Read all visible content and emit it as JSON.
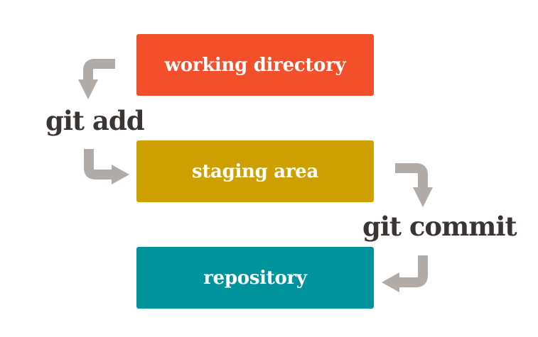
{
  "boxes": {
    "working": {
      "label": "working directory",
      "color": "#f24f2a"
    },
    "staging": {
      "label": "staging area",
      "color": "#cda000"
    },
    "repository": {
      "label": "repository",
      "color": "#00939b"
    }
  },
  "commands": {
    "add": "git add",
    "commit": "git commit"
  },
  "colors": {
    "arrow": "#b0aba6",
    "text_dark": "#3a3532"
  },
  "icons": {
    "arrow_working_to_add": "curved-arrow-down-icon",
    "arrow_add_to_staging": "curved-arrow-right-icon",
    "arrow_staging_to_commit": "curved-arrow-down-icon",
    "arrow_commit_to_repository": "curved-arrow-left-icon"
  }
}
